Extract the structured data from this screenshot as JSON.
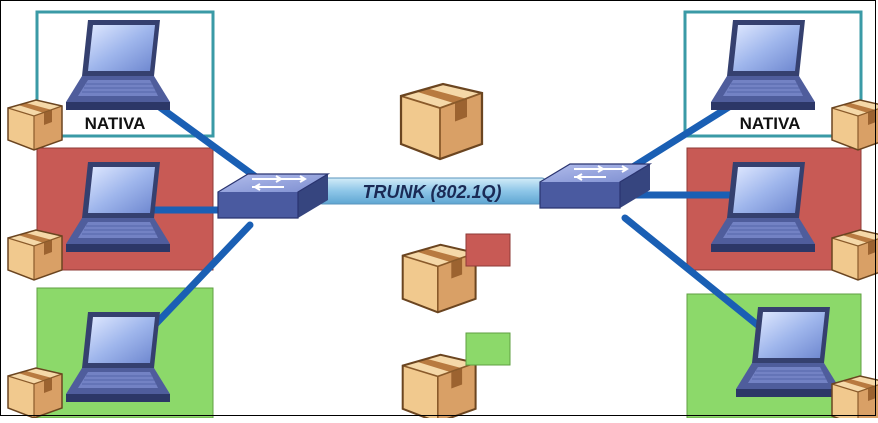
{
  "trunk": {
    "label": "TRUNK (802.1Q)"
  },
  "native_label_left": "NATIVA",
  "native_label_right": "NATIVA",
  "colors": {
    "native_border": "#3a9aa6",
    "vlan_red": "#c85a55",
    "vlan_green": "#8cd96a",
    "link_blue": "#1a5fb4",
    "switch_top": "#8c9bd3",
    "switch_side": "#4a5aa0",
    "trunk_fill": "#8ec6e8"
  },
  "icons": [
    "laptop-icon",
    "switch-icon",
    "package-icon"
  ]
}
